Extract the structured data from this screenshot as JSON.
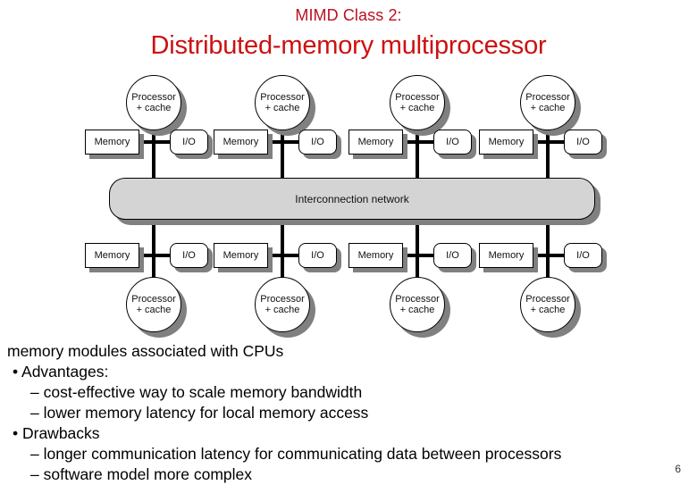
{
  "slide": {
    "kicker": "MIMD Class 2:",
    "title": "Distributed-memory multiprocessor",
    "page_number": "6",
    "title_color": "#cc1111",
    "kicker_color": "#bb1122"
  },
  "diagram": {
    "network_label": "Interconnection network",
    "network_fill": "#d4d4d4",
    "shadow_color": "#808080",
    "node_labels": {
      "processor_line1": "Processor",
      "processor_line2": "+ cache",
      "memory": "Memory",
      "io": "I/O"
    },
    "top_nodes": [
      {
        "processor_line1": "Processor",
        "processor_line2": "+ cache",
        "memory": "Memory",
        "io": "I/O"
      },
      {
        "processor_line1": "Processor",
        "processor_line2": "+ cache",
        "memory": "Memory",
        "io": "I/O"
      },
      {
        "processor_line1": "Processor",
        "processor_line2": "+ cache",
        "memory": "Memory",
        "io": "I/O"
      },
      {
        "processor_line1": "Processor",
        "processor_line2": "+ cache",
        "memory": "Memory",
        "io": "I/O"
      }
    ],
    "bottom_nodes": [
      {
        "processor_line1": "Processor",
        "processor_line2": "+ cache",
        "memory": "Memory",
        "io": "I/O"
      },
      {
        "processor_line1": "Processor",
        "processor_line2": "+ cache",
        "memory": "Memory",
        "io": "I/O"
      },
      {
        "processor_line1": "Processor",
        "processor_line2": "+ cache",
        "memory": "Memory",
        "io": "I/O"
      },
      {
        "processor_line1": "Processor",
        "processor_line2": "+ cache",
        "memory": "Memory",
        "io": "I/O"
      }
    ]
  },
  "body": {
    "lines": [
      {
        "kind": "lead",
        "text": "memory modules associated with CPUs"
      },
      {
        "kind": "bullet",
        "text": "• Advantages:"
      },
      {
        "kind": "sub",
        "text": "– cost-effective way to scale memory bandwidth"
      },
      {
        "kind": "sub",
        "text": "– lower memory latency for local memory access"
      },
      {
        "kind": "bullet",
        "text": "• Drawbacks"
      },
      {
        "kind": "sub",
        "text": "– longer communication latency for communicating data between processors"
      },
      {
        "kind": "sub",
        "text": "– software model more complex"
      }
    ]
  }
}
